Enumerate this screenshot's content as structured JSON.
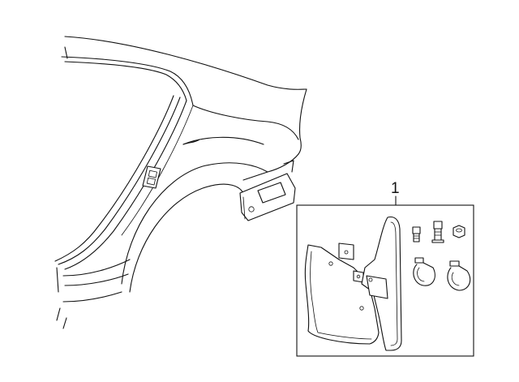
{
  "callouts": [
    {
      "number": "1"
    }
  ],
  "parts": {
    "quarter_panel": {
      "icon": "quarter-panel-drawing"
    },
    "mud_flap_kit": {
      "icon": "mud-flap-kit-drawing"
    }
  },
  "colors": {
    "line": "#111111",
    "background": "#ffffff"
  }
}
